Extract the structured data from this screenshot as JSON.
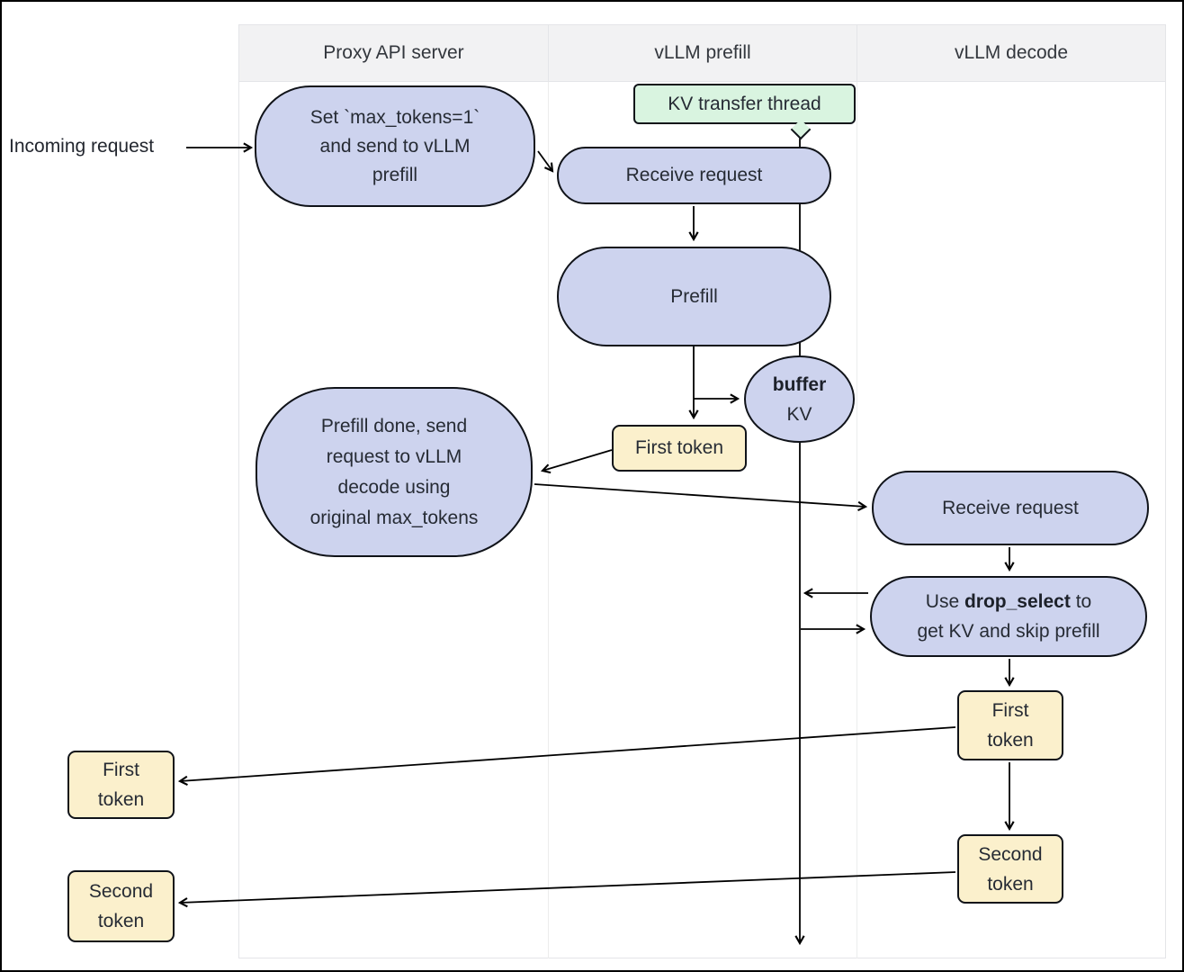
{
  "lanes": {
    "proxy": "Proxy API server",
    "prefill": "vLLM prefill",
    "decode": "vLLM decode"
  },
  "external": {
    "incoming_label": "Incoming request"
  },
  "kv_thread": {
    "label": "KV transfer thread"
  },
  "nodes": {
    "set_max_tokens": {
      "lines": [
        "Set `max_tokens=1`",
        "and send to vLLM",
        "prefill"
      ]
    },
    "receive_request_prefill": {
      "label": "Receive request"
    },
    "prefill": {
      "label": "Prefill"
    },
    "buffer_kv": {
      "bold": "buffer",
      "normal": "KV"
    },
    "first_token_prefill": {
      "label": "First token"
    },
    "prefill_done": {
      "lines": [
        "Prefill done, send",
        "request to vLLM",
        "decode using",
        "original max_tokens"
      ]
    },
    "receive_request_decode": {
      "label": "Receive request"
    },
    "drop_select": {
      "line1_prefix": "Use ",
      "line1_bold": "drop_select",
      "line1_suffix": " to",
      "line2": "get KV and skip prefill"
    },
    "first_token_decode": {
      "lines": [
        "First",
        "token"
      ]
    },
    "second_token_decode": {
      "lines": [
        "Second",
        "token"
      ]
    },
    "first_token_out": {
      "lines": [
        "First",
        "token"
      ]
    },
    "second_token_out": {
      "lines": [
        "Second",
        "token"
      ]
    }
  },
  "colors": {
    "node_blue": "#cdd3ee",
    "node_yellow": "#fbf0cc",
    "node_green": "#d9f4e0",
    "node_border": "#101319",
    "lane_header_bg": "#f2f2f3",
    "lane_border": "#e4e5e8",
    "arrow": "#000000",
    "text": "#262b34"
  }
}
